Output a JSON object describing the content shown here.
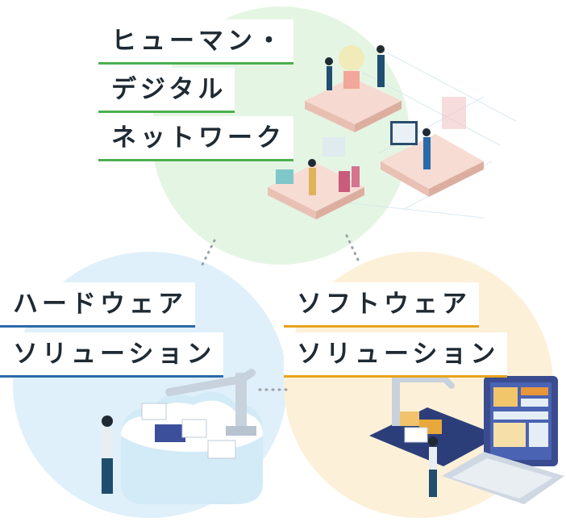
{
  "human_digital_network": {
    "line1": "ヒューマン・",
    "line2": "デジタル",
    "line3": "ネットワーク"
  },
  "hardware_solution": {
    "line1": "ハードウェア",
    "line2": "ソリューション"
  },
  "software_solution": {
    "line1": "ソフトウェア",
    "line2": "ソリューション"
  },
  "colors": {
    "green_accent": "#4caf50",
    "blue_accent": "#2a6aa8",
    "orange_accent": "#e8a21d",
    "green_circle": "#e5f5e3",
    "blue_circle": "#dff0fa",
    "orange_circle": "#fdf0d9"
  }
}
